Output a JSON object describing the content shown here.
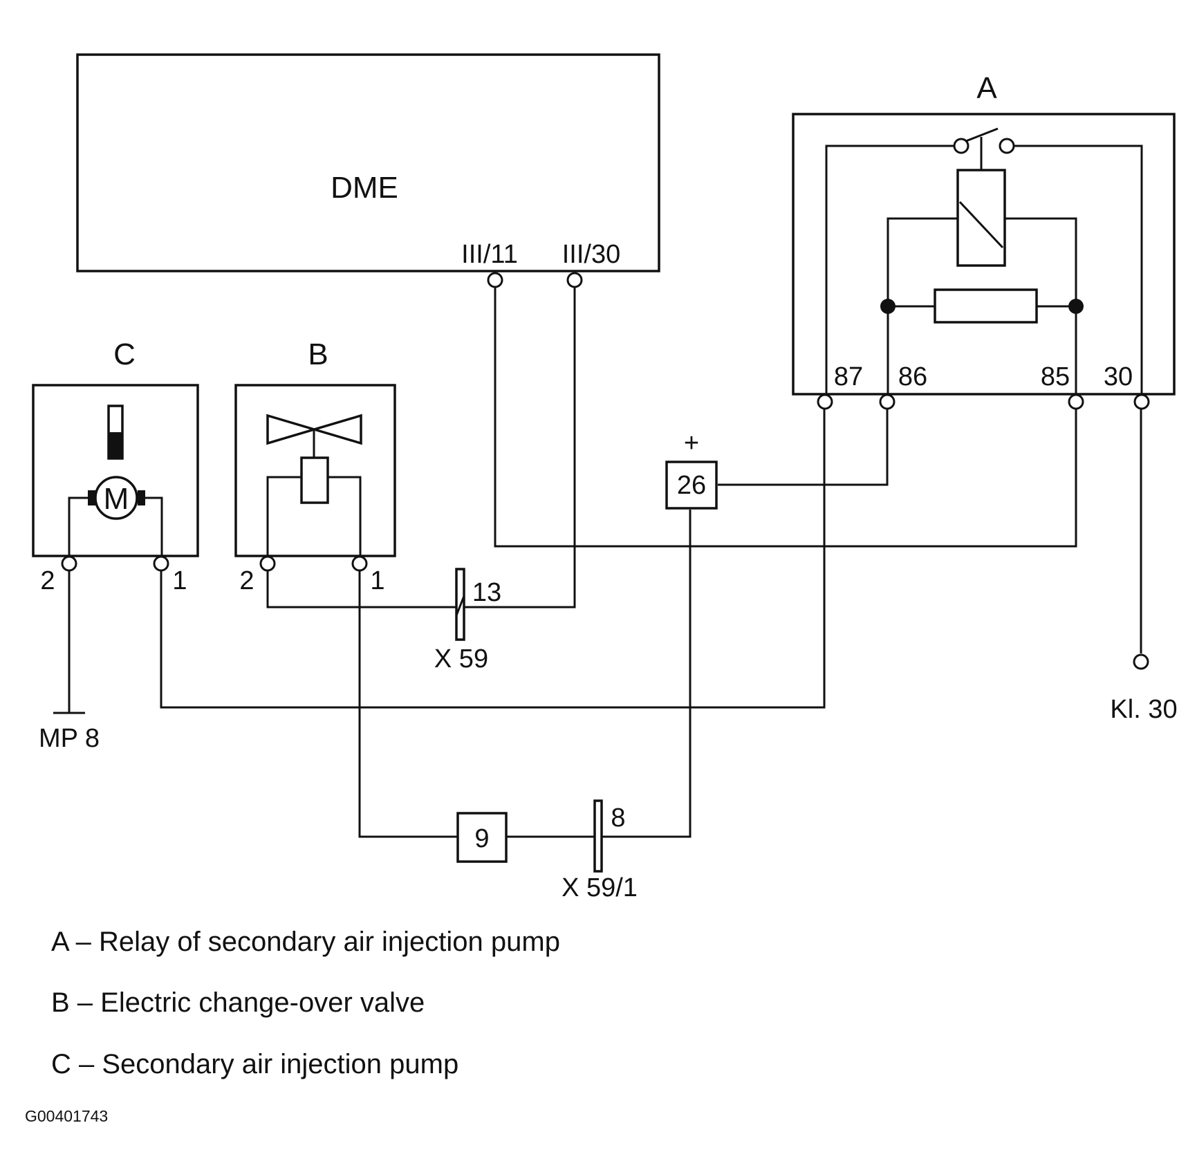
{
  "dme": {
    "label": "DME",
    "pin_a": "III/11",
    "pin_b": "III/30"
  },
  "relay": {
    "letter": "A",
    "pin_87": "87",
    "pin_86": "86",
    "pin_85": "85",
    "pin_30": "30"
  },
  "valve": {
    "letter": "B",
    "pin_2": "2",
    "pin_1": "1"
  },
  "pump": {
    "letter": "C",
    "motor": "M",
    "pin_2": "2",
    "pin_1": "1"
  },
  "connectors": {
    "x59": {
      "name": "X 59",
      "pin": "13"
    },
    "x59_1": {
      "name": "X 59/1",
      "pin": "8"
    },
    "box_26": "26",
    "plus": "+",
    "box_9": "9"
  },
  "ground": "MP 8",
  "terminal": "Kl. 30",
  "legend": [
    "A – Relay of secondary air injection pump",
    "B – Electric change-over valve",
    "C – Secondary air injection pump"
  ],
  "figure_id": "G00401743"
}
